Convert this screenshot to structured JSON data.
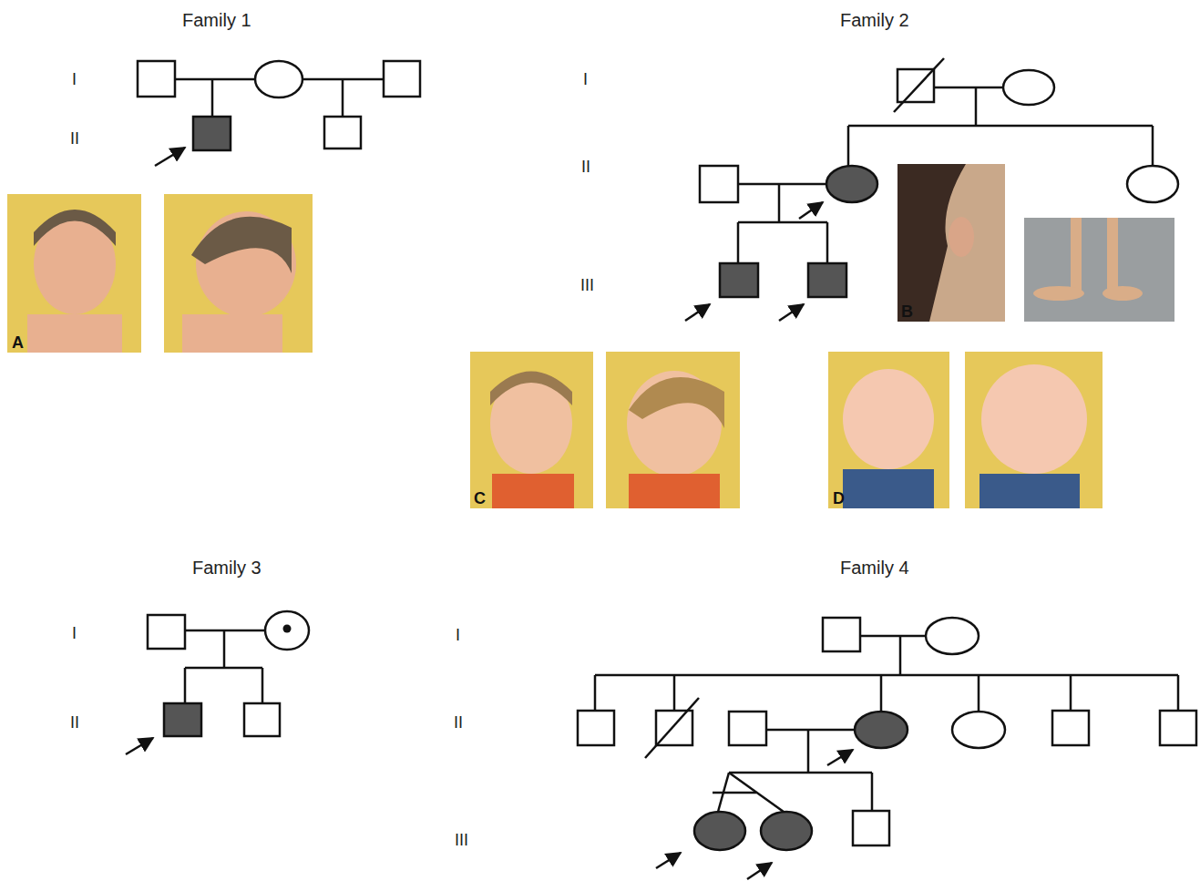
{
  "diagram": {
    "labels": [
      "Family 1",
      "I",
      "II",
      "A",
      "Family 2",
      "I",
      "II",
      "III",
      "B",
      "C",
      "D",
      "Family 3",
      "I",
      "II",
      "Family 4",
      "I",
      "II",
      "III"
    ]
  }
}
